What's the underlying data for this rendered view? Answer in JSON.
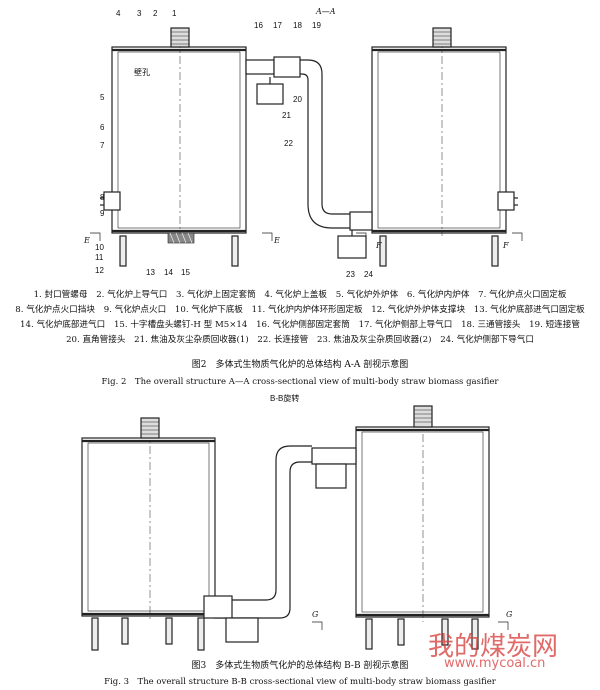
{
  "fig2": {
    "section_title": "A—A",
    "label_wall_hole": "壁孔",
    "section_marks": [
      "E",
      "E",
      "F",
      "F"
    ],
    "numbers": [
      "1",
      "2",
      "3",
      "4",
      "5",
      "6",
      "7",
      "8",
      "9",
      "10",
      "11",
      "12",
      "13",
      "14",
      "15",
      "16",
      "17",
      "18",
      "19",
      "20",
      "21",
      "22",
      "23",
      "24"
    ],
    "legend_rows": [
      [
        "1. 封口管螺母",
        "2. 气化炉上导气口",
        "3. 气化炉上固定套筒",
        "4. 气化炉上盖板",
        "5. 气化炉外炉体",
        "6. 气化炉内炉体",
        "7. 气化炉点火口固定板"
      ],
      [
        "8. 气化炉点火口挡块",
        "9. 气化炉点火口",
        "10. 气化炉下底板",
        "11. 气化炉内炉体环形固定板",
        "12. 气化炉外炉体支撑块",
        "13. 气化炉底部进气口固定板"
      ],
      [
        "14. 气化炉底部进气口",
        "15. 十字槽盘头螺钉-H 型 M5×14",
        "16. 气化炉侧部固定套筒",
        "17. 气化炉侧部上导气口",
        "18. 三通管接头",
        "19. 短连接管"
      ],
      [
        "20. 直角管接头",
        "21. 焦油及灰尘杂质回收器(1)",
        "22. 长连接管",
        "23. 焦油及灰尘杂质回收器(2)",
        "24. 气化炉侧部下导气口"
      ]
    ],
    "caption_cn": "图2　多体式生物质气化炉的总体结构 A-A 剖视示意图",
    "caption_en": "Fig. 2　The overall structure A—A cross-sectional view of multi-body straw biomass gasifier"
  },
  "fig3": {
    "section_title": "B-B旋转",
    "section_marks": [
      "G",
      "G"
    ],
    "caption_cn": "图3　多体式生物质气化炉的总体结构 B-B 剖视示意图",
    "caption_en": "Fig. 3　The overall structure B-B cross-sectional view of multi-body straw biomass gasifier"
  },
  "watermark": {
    "cn": "我的煤炭网",
    "url": "www.mycoal.cn"
  }
}
